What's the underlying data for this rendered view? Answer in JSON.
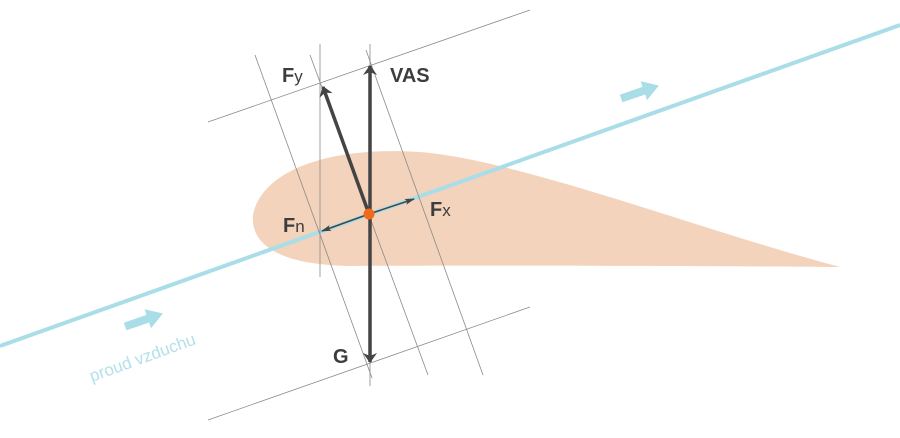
{
  "labels": {
    "fy_main": "F",
    "fy_sub": "y",
    "vas": "VAS",
    "fx_main": "F",
    "fx_sub": "x",
    "fn_main": "F",
    "fn_sub": "n",
    "g": "G",
    "airflow": "proud vzduchu"
  },
  "colors": {
    "airfoil": "#f3d3bb",
    "airflow": "#a9dde8",
    "arrow": "#444444",
    "center": "#f06a1a",
    "construction": "#8a8a8a"
  }
}
